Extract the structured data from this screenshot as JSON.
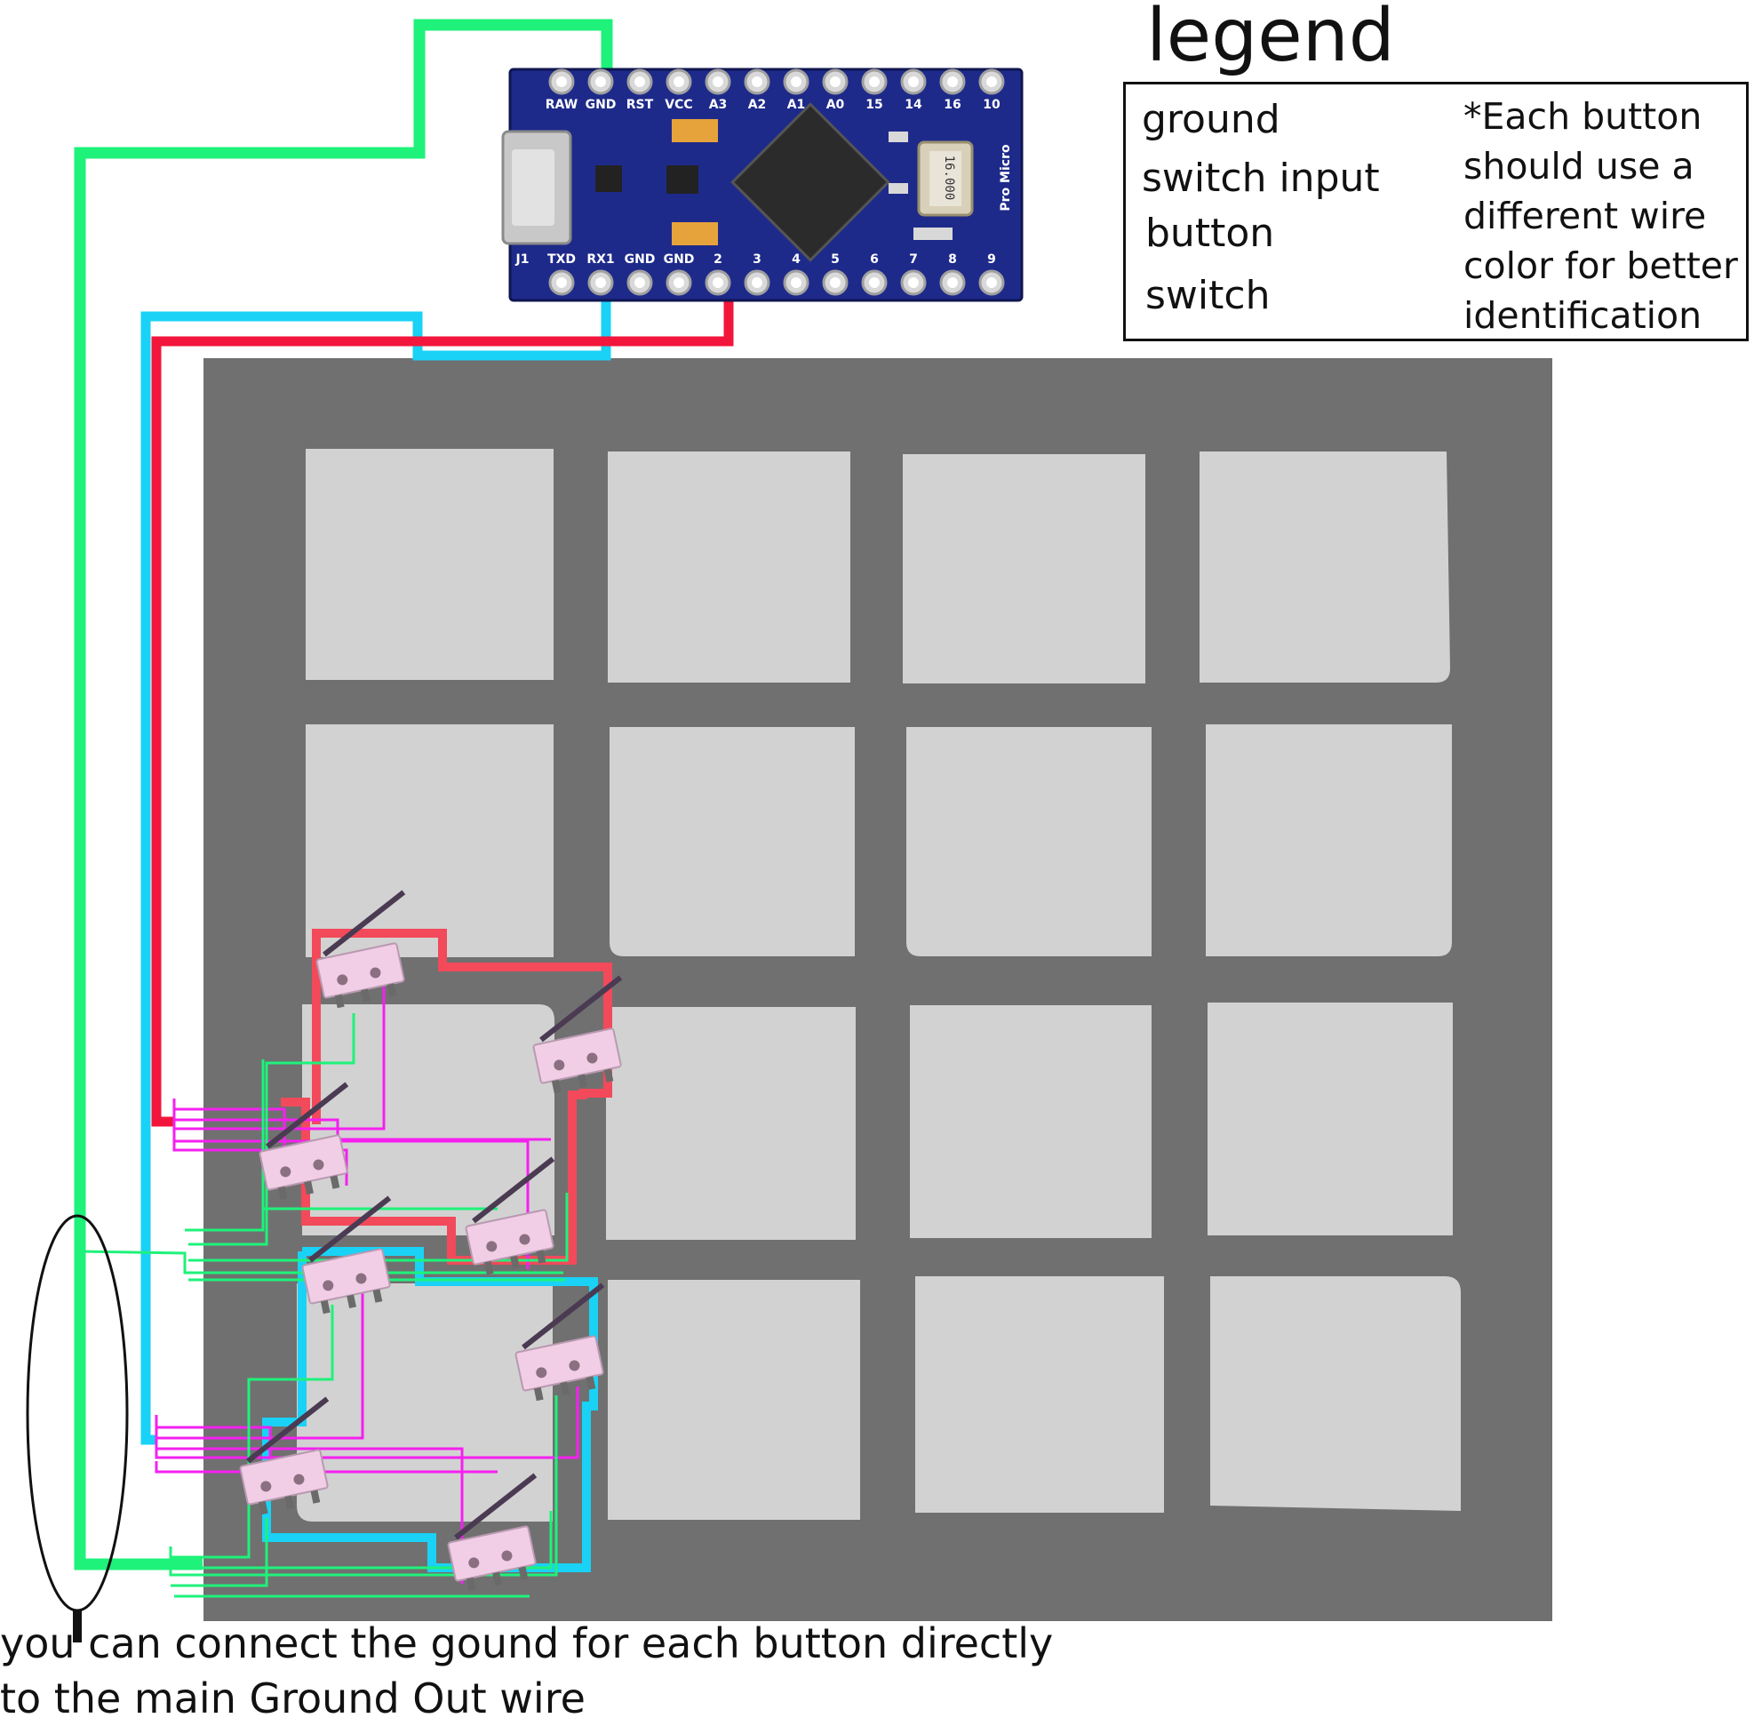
{
  "board": {
    "top_pins": [
      "RAW",
      "GND",
      "RST",
      "VCC",
      "A3",
      "A2",
      "A1",
      "A0",
      "15",
      "14",
      "16",
      "10"
    ],
    "bottom_pins": [
      "J1",
      "TXD",
      "RX1",
      "GND",
      "GND",
      "2",
      "3",
      "4",
      "5",
      "6",
      "7",
      "8",
      "9"
    ],
    "side_label": "Pro Micro",
    "crystal_label": "16.000",
    "board_color": "#1e2a8a"
  },
  "legend": {
    "title": "legend",
    "items": [
      {
        "label": "ground",
        "color": "#1ef27a",
        "icon": "green-swatch"
      },
      {
        "label": "switch input",
        "color": "#f520f0",
        "icon": "magenta-swatch"
      },
      {
        "label": "button",
        "icon": "button-outline-icon"
      },
      {
        "label": "switch",
        "icon": "microswitch-icon"
      }
    ],
    "note_lines": [
      "*Each button",
      "should use a",
      "different wire",
      "color for better",
      "identification"
    ]
  },
  "caption_lines": [
    "you can connect the gound for each button directly",
    "to the main Ground Out wire"
  ],
  "colors": {
    "ground": "#1ef27a",
    "switch_input": "#f520f0",
    "wire_red": "#f2163c",
    "wire_blue": "#19d2f5",
    "panel": "#707070",
    "pad": "#d2d2d2"
  }
}
